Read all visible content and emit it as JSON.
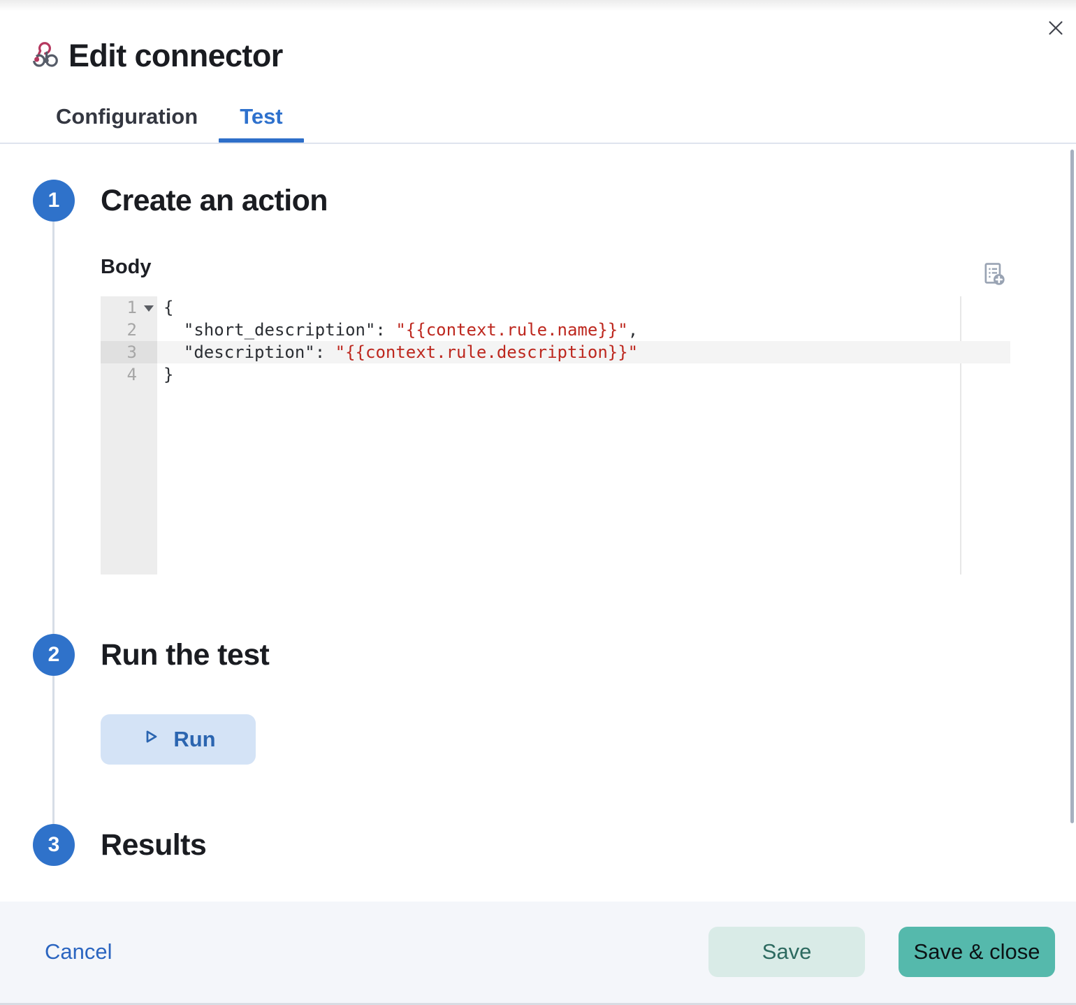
{
  "dialog": {
    "title": "Edit connector",
    "icons": {
      "header": "webhook-icon",
      "close": "close-icon",
      "add_variable": "add-variable-icon",
      "run": "play-icon",
      "fold": "fold-caret-icon"
    }
  },
  "tabs": {
    "configuration": "Configuration",
    "test": "Test",
    "active_tab": "Test"
  },
  "steps": {
    "one": {
      "number": "1",
      "title": "Create an action"
    },
    "two": {
      "number": "2",
      "title": "Run the test"
    },
    "three": {
      "number": "3",
      "title": "Results"
    }
  },
  "editor": {
    "label": "Body",
    "language": "json",
    "active_line": "3",
    "lines": [
      {
        "num": "1",
        "code": [
          {
            "type": "plain",
            "t": "{"
          }
        ]
      },
      {
        "num": "2",
        "code": [
          {
            "type": "plain",
            "t": "  \"short_description\": "
          },
          {
            "type": "string",
            "t": "\"{{context.rule.name}}\""
          },
          {
            "type": "plain",
            "t": ","
          }
        ]
      },
      {
        "num": "3",
        "code": [
          {
            "type": "plain",
            "t": "  \"description\": "
          },
          {
            "type": "string",
            "t": "\"{{context.rule.description}}\""
          }
        ]
      },
      {
        "num": "4",
        "code": [
          {
            "type": "plain",
            "t": "}"
          }
        ]
      }
    ]
  },
  "run_button": {
    "label": "Run"
  },
  "footer": {
    "cancel_label": "Cancel",
    "save_label": "Save",
    "save_close_label": "Save & close"
  },
  "colors": {
    "primary_blue": "#2e71cd",
    "tab_underline_blue": "#2e6fc9",
    "step_badge_blue": "#2f72ca",
    "run_tint_bg": "#d4e3f6",
    "run_text_blue": "#2b65b0",
    "code_string_red": "#bd271e",
    "webhook_pink": "#b5385f",
    "webhook_gray": "#565c68",
    "save_tint_bg": "#d9ebe7",
    "save_text_teal": "#2d6a60",
    "save_close_teal": "#55b9ac",
    "footer_bg": "#f4f6fa"
  }
}
